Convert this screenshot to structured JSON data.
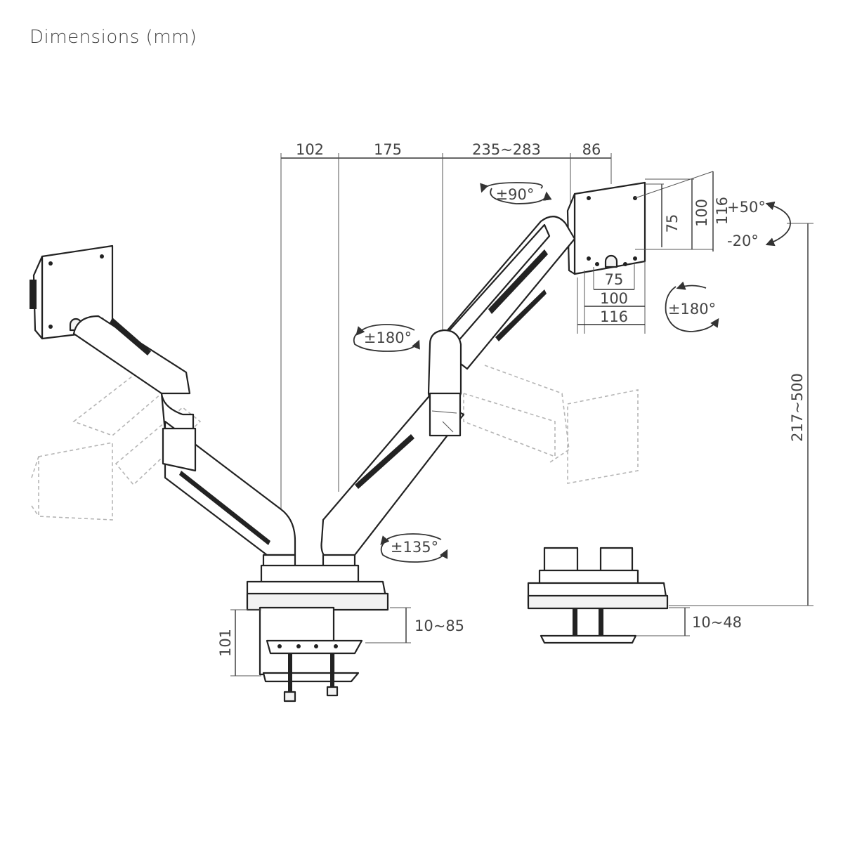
{
  "title": "Dimensions (mm)",
  "dimensions": {
    "top": [
      "102",
      "175",
      "235~283",
      "86"
    ],
    "vesa_vertical": [
      "75",
      "100",
      "116"
    ],
    "vesa_horizontal": [
      "75",
      "100",
      "116"
    ],
    "height": "217~500",
    "pole_base": "101",
    "clamp_range": "10~85",
    "grommet_range": "10~48"
  },
  "rotations": {
    "swivel_top": "±90°",
    "tilt_up": "+50°",
    "tilt_down": "-20°",
    "rotate_monitor": "±180°",
    "rotate_arm": "±180°",
    "rotate_base": "±135°"
  }
}
